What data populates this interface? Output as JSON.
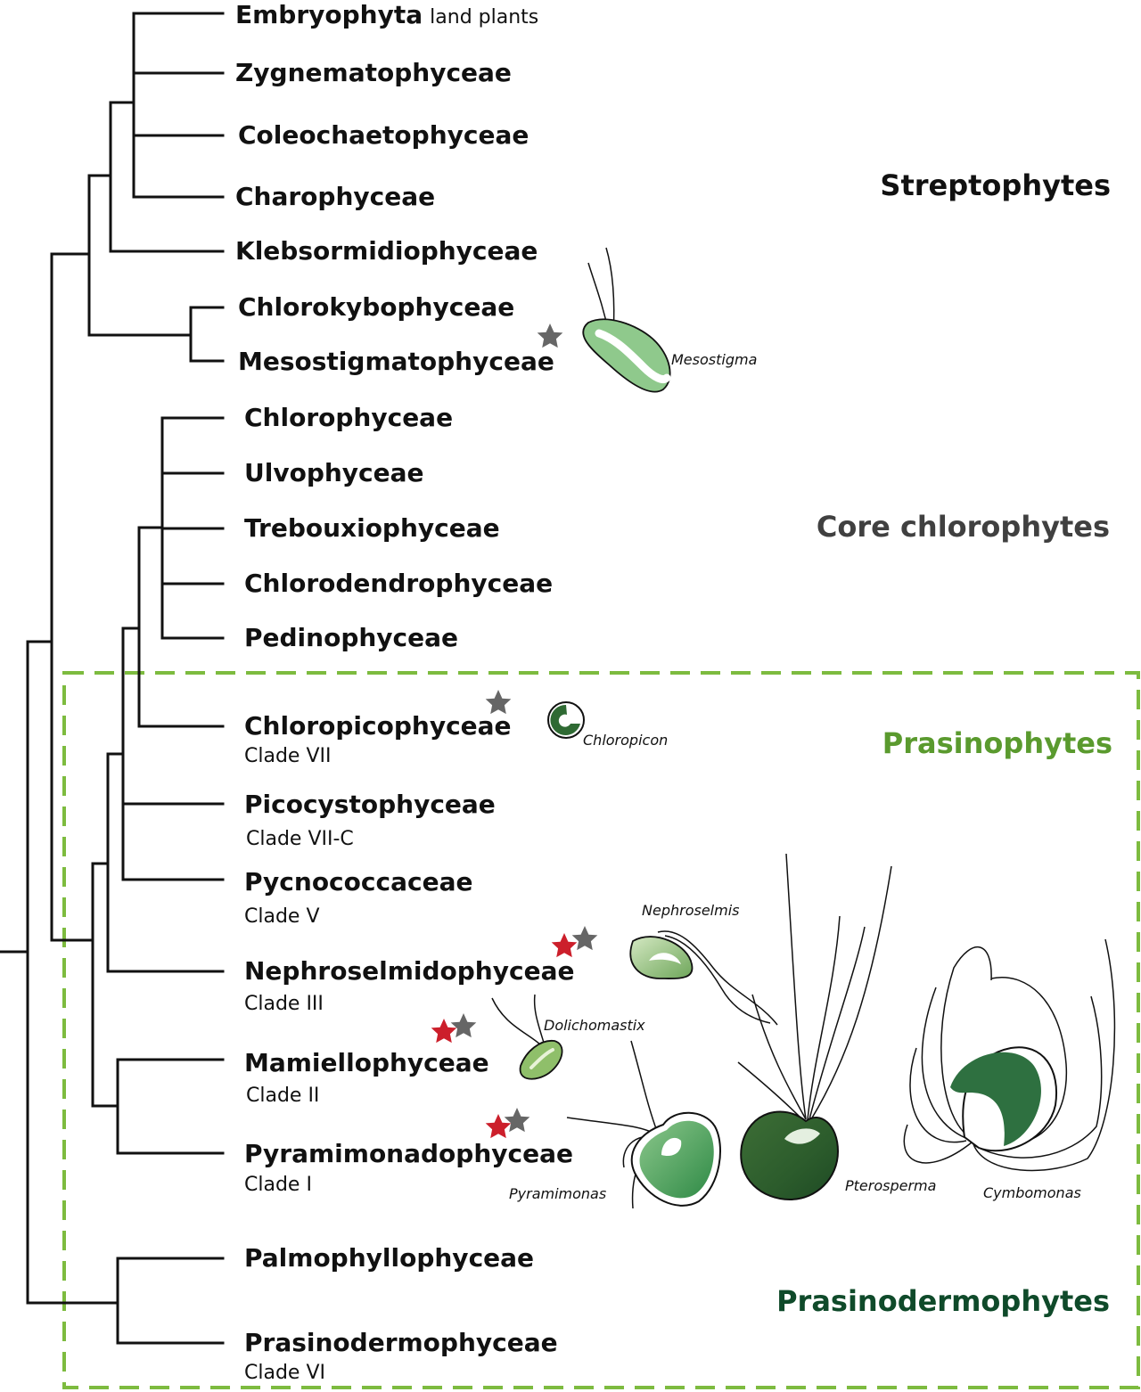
{
  "taxa": [
    {
      "name": "Embryophyta",
      "note": "land plants"
    },
    {
      "name": "Zygnematophyceae"
    },
    {
      "name": "Coleochaetophyceae"
    },
    {
      "name": "Charophyceae"
    },
    {
      "name": "Klebsormidiophyceae"
    },
    {
      "name": "Chlorokybophyceae"
    },
    {
      "name": "Mesostigmatophyceae"
    },
    {
      "name": "Chlorophyceae"
    },
    {
      "name": "Ulvophyceae"
    },
    {
      "name": "Trebouxiophyceae"
    },
    {
      "name": "Chlorodendrophyceae"
    },
    {
      "name": "Pedinophyceae"
    },
    {
      "name": "Chloropicophyceae",
      "clade": "Clade VII"
    },
    {
      "name": "Picocystophyceae",
      "clade": "Clade VII-C"
    },
    {
      "name": "Pycnococcaceae",
      "clade": "Clade V"
    },
    {
      "name": "Nephroselmidophyceae",
      "clade": "Clade III"
    },
    {
      "name": "Mamiellophyceae",
      "clade": "Clade II"
    },
    {
      "name": "Pyramimonadophyceae",
      "clade": "Clade I"
    },
    {
      "name": "Palmophyllophyceae"
    },
    {
      "name": "Prasinodermophyceae",
      "clade": "Clade VI"
    }
  ],
  "groups": {
    "streptophytes": "Streptophytes",
    "core_chlorophytes": "Core chlorophytes",
    "prasinophytes": "Prasinophytes",
    "prasinodermophytes": "Prasinodermophytes"
  },
  "organisms": {
    "mesostigma": "Mesostigma",
    "chloropicon": "Chloropicon",
    "nephroselmis": "Nephroselmis",
    "dolichomastix": "Dolichomastix",
    "pyramimonas": "Pyramimonas",
    "pterosperma": "Pterosperma",
    "cymbomonas": "Cymbomonas"
  },
  "colors": {
    "line": "#111111",
    "star_grey": "#666666",
    "star_red": "#cc1f2b",
    "box_green": "#7dbb3f",
    "prasinophytes_text": "#5a9a2e",
    "prasinodermophytes_text": "#0f4a2a",
    "core_text": "#404040"
  }
}
